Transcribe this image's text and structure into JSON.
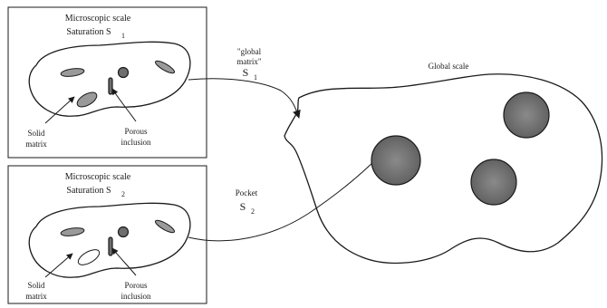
{
  "top_panel": {
    "title_line1": "Microscopic scale",
    "title_line2": "Saturation S",
    "title_subscript": "1",
    "solid_label_line1": "Solid",
    "solid_label_line2": "matrix",
    "porous_label_line1": "Porous",
    "porous_label_line2": "inclusion"
  },
  "bottom_panel": {
    "title_line1": "Microscopic scale",
    "title_line2": "Saturation S",
    "title_subscript": "2",
    "solid_label_line1": "Solid",
    "solid_label_line2": "matrix",
    "porous_label_line1": "Porous",
    "porous_label_line2": "inclusion"
  },
  "connector_top": {
    "label_line1": "\"global",
    "label_line2": "matrix\"",
    "label_line3": "S",
    "label_subscript": "1"
  },
  "connector_bottom": {
    "label_line1": "Pocket",
    "label_line2": "S",
    "label_subscript": "2"
  },
  "global": {
    "title": "Global scale"
  }
}
